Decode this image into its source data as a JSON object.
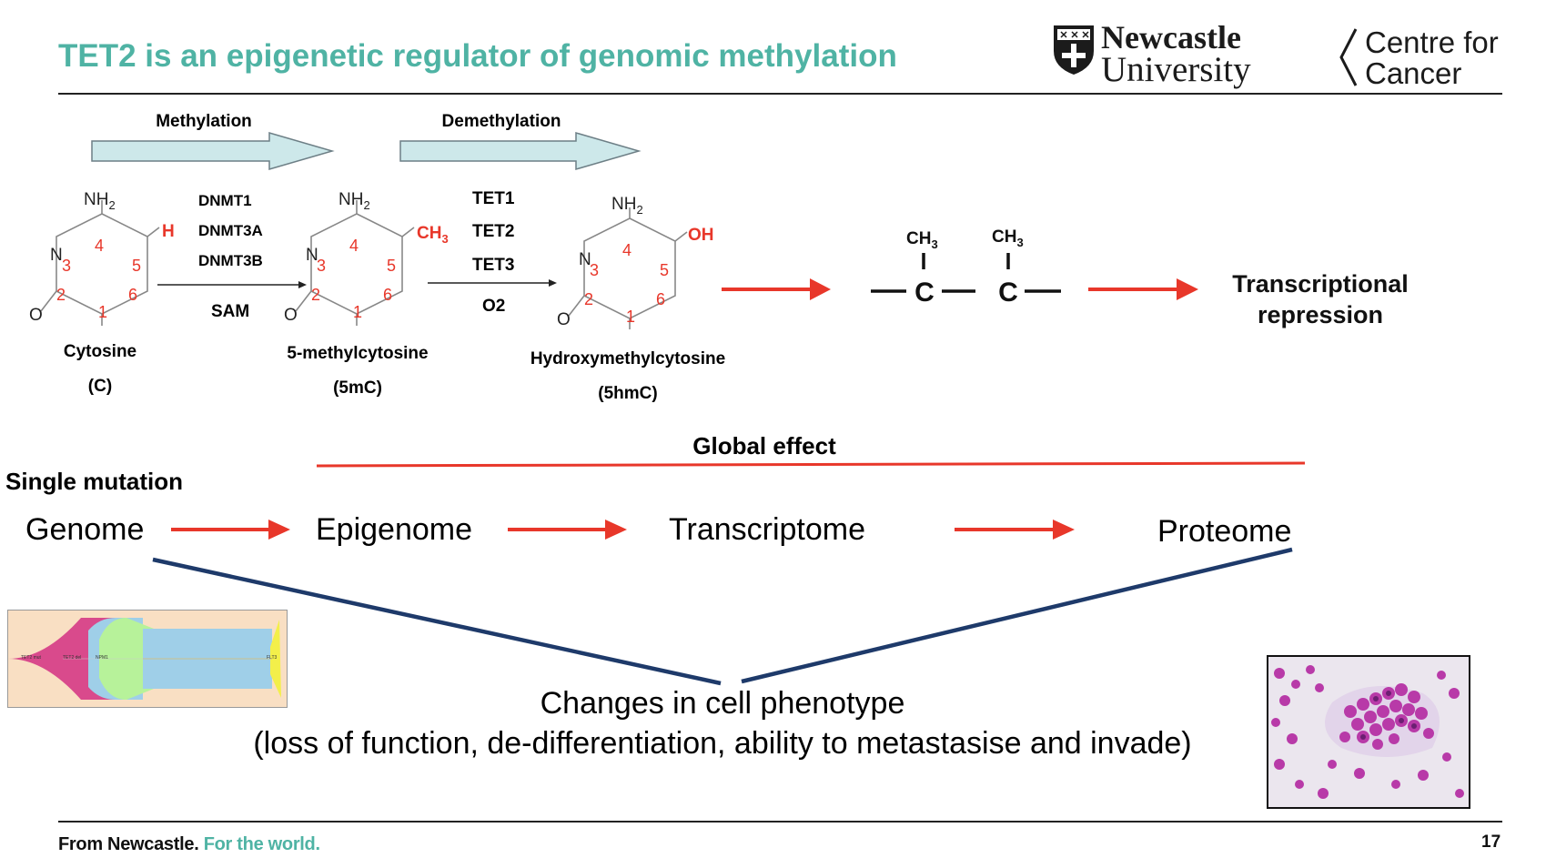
{
  "title": "TET2 is an epigenetic regulator of genomic methylation",
  "logo": {
    "university_line1": "Newcastle",
    "university_line2": "University",
    "centre_line1": "Centre for",
    "centre_line2": "Cancer"
  },
  "process": {
    "methylation_label": "Methylation",
    "demethylation_label": "Demethylation",
    "enzymes_methylation": [
      "DNMT1",
      "DNMT3A",
      "DNMT3B"
    ],
    "cofactor_methylation": "SAM",
    "enzymes_demethylation": [
      "TET1",
      "TET2",
      "TET3"
    ],
    "cofactor_demethylation": "O2"
  },
  "molecules": [
    {
      "name": "Cytosine",
      "abbr": "(C)",
      "group": "H"
    },
    {
      "name": "5-methylcytosine",
      "abbr": "(5mC)",
      "group": "CH3"
    },
    {
      "name": "Hydroxymethylcytosine",
      "abbr": "(5hmC)",
      "group": "OH"
    }
  ],
  "ring_labels": {
    "amine": "NH2",
    "nitrogen": "N",
    "oxygen": "O",
    "positions": [
      "1",
      "2",
      "3",
      "4",
      "5",
      "6"
    ]
  },
  "chain": {
    "groups": [
      "CH3",
      "CH3"
    ],
    "atoms": [
      "C",
      "C"
    ]
  },
  "outcome": {
    "line1": "Transcriptional",
    "line2": "repression"
  },
  "global_effect": "Global effect",
  "single_mutation": "Single mutation",
  "flow": [
    "Genome",
    "Epigenome",
    "Transcriptome",
    "Proteome"
  ],
  "phenotype": {
    "line1": "Changes in cell phenotype",
    "line2": "(loss of function, de-differentiation, ability to metastasise and invade)"
  },
  "sankey_labels": [
    "TET2 mut",
    "TET2 del",
    "NPM1",
    "FLT3"
  ],
  "footer": {
    "main": "From Newcastle.",
    "tagline": "For the world."
  },
  "page_number": "17",
  "colors": {
    "accent_teal": "#4fb3a4",
    "arrow_red": "#e8372a",
    "line_navy": "#1e3a6a",
    "block_arrow": "#cde8ea"
  }
}
